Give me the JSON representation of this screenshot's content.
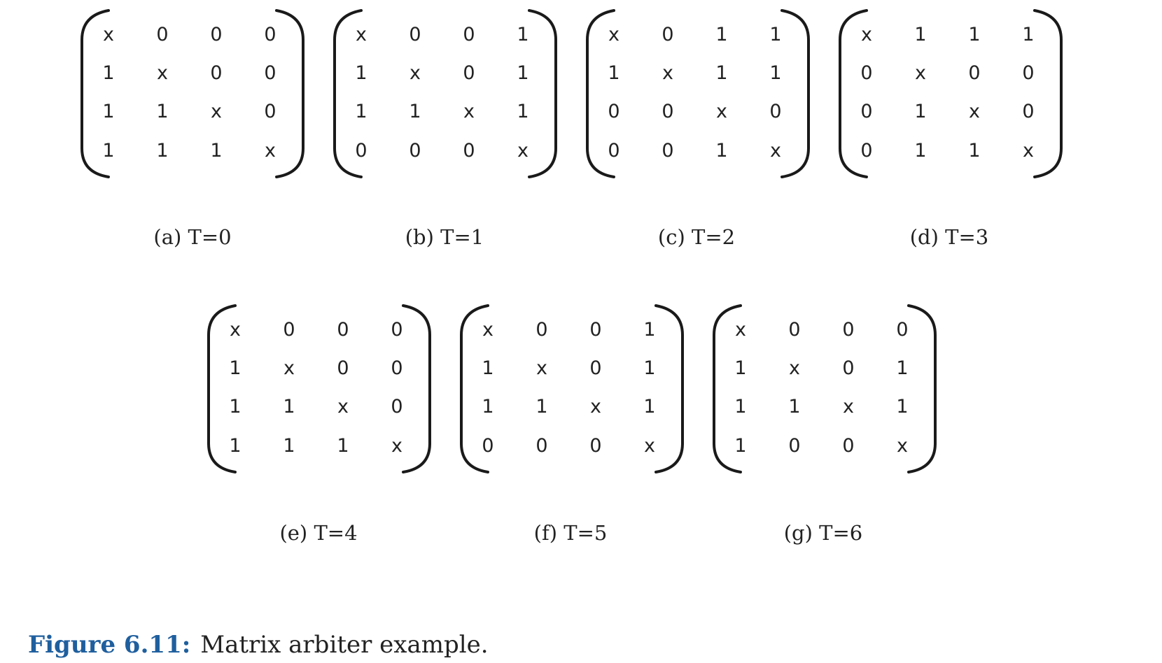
{
  "matrices": [
    {
      "rows": [
        [
          "x",
          "0",
          "0",
          "0"
        ],
        [
          "1",
          "x",
          "0",
          "0"
        ],
        [
          "1",
          "1",
          "x",
          "0"
        ],
        [
          "1",
          "1",
          "1",
          "x"
        ]
      ],
      "label": "(a) T=0"
    },
    {
      "rows": [
        [
          "x",
          "0",
          "0",
          "1"
        ],
        [
          "1",
          "x",
          "0",
          "1"
        ],
        [
          "1",
          "1",
          "x",
          "1"
        ],
        [
          "0",
          "0",
          "0",
          "x"
        ]
      ],
      "label": "(b) T=1"
    },
    {
      "rows": [
        [
          "x",
          "0",
          "1",
          "1"
        ],
        [
          "1",
          "x",
          "1",
          "1"
        ],
        [
          "0",
          "0",
          "x",
          "0"
        ],
        [
          "0",
          "0",
          "1",
          "x"
        ]
      ],
      "label": "(c) T=2"
    },
    {
      "rows": [
        [
          "x",
          "1",
          "1",
          "1"
        ],
        [
          "0",
          "x",
          "0",
          "0"
        ],
        [
          "0",
          "1",
          "x",
          "0"
        ],
        [
          "0",
          "1",
          "1",
          "x"
        ]
      ],
      "label": "(d) T=3"
    },
    {
      "rows": [
        [
          "x",
          "0",
          "0",
          "0"
        ],
        [
          "1",
          "x",
          "0",
          "0"
        ],
        [
          "1",
          "1",
          "x",
          "0"
        ],
        [
          "1",
          "1",
          "1",
          "x"
        ]
      ],
      "label": "(e) T=4"
    },
    {
      "rows": [
        [
          "x",
          "0",
          "0",
          "1"
        ],
        [
          "1",
          "x",
          "0",
          "1"
        ],
        [
          "1",
          "1",
          "x",
          "1"
        ],
        [
          "0",
          "0",
          "0",
          "x"
        ]
      ],
      "label": "(f) T=5"
    },
    {
      "rows": [
        [
          "x",
          "0",
          "0",
          "0"
        ],
        [
          "1",
          "x",
          "0",
          "1"
        ],
        [
          "1",
          "1",
          "x",
          "1"
        ],
        [
          "1",
          "0",
          "0",
          "x"
        ]
      ],
      "label": "(g) T=6"
    }
  ],
  "caption": {
    "label": "Figure 6.11:",
    "text": "Matrix arbiter example."
  }
}
